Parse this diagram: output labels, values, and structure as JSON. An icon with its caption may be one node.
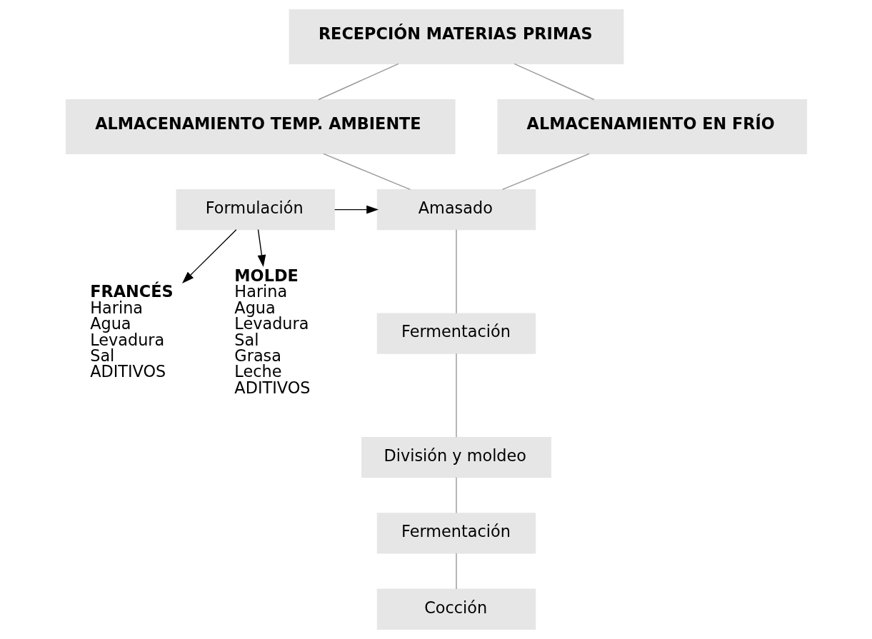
{
  "diagram": {
    "nodes": [
      {
        "text": [
          "RECEPCIÓN MATERIAS PRIMAS"
        ]
      },
      {
        "text": [
          "ALMACENAMIENTO TEMP. AMBIENTE"
        ]
      },
      {
        "text": [
          "ALMACENAMIENTO EN FRÍO"
        ]
      },
      {
        "text": [
          "Formulación"
        ]
      },
      {
        "text": [
          "Amasado"
        ]
      },
      {
        "text": [
          "FRANCÉS",
          "Harina",
          "Agua",
          "Levadura",
          "Sal",
          "ADITIVOS"
        ]
      },
      {
        "text": [
          "MOLDE",
          "Harina",
          "Agua",
          "Levadura",
          "Sal",
          "Grasa",
          "Leche",
          "ADITIVOS"
        ]
      },
      {
        "text": [
          "Fermentación"
        ]
      },
      {
        "text": [
          "División y moldeo"
        ]
      },
      {
        "text": [
          "Fermentación"
        ]
      },
      {
        "text": [
          "Cocción"
        ]
      }
    ],
    "edges": [
      {
        "from": 0,
        "to": 1,
        "arrow": "none"
      },
      {
        "from": 0,
        "to": 2,
        "arrow": "none"
      },
      {
        "from": 1,
        "to": 4,
        "arrow": "none"
      },
      {
        "from": 2,
        "to": 4,
        "arrow": "none"
      },
      {
        "from": 3,
        "to": 4,
        "arrow": "to",
        "color": "#000000"
      },
      {
        "from": 3,
        "to": 5,
        "arrow": "to",
        "color": "#000000"
      },
      {
        "from": 3,
        "to": 6,
        "arrow": "to",
        "color": "#000000"
      },
      {
        "from": 4,
        "to": 7,
        "arrow": "none"
      },
      {
        "from": 7,
        "to": 8,
        "arrow": "none"
      },
      {
        "from": 8,
        "to": 9,
        "arrow": "none"
      },
      {
        "from": 9,
        "to": 10,
        "arrow": "none"
      }
    ]
  }
}
